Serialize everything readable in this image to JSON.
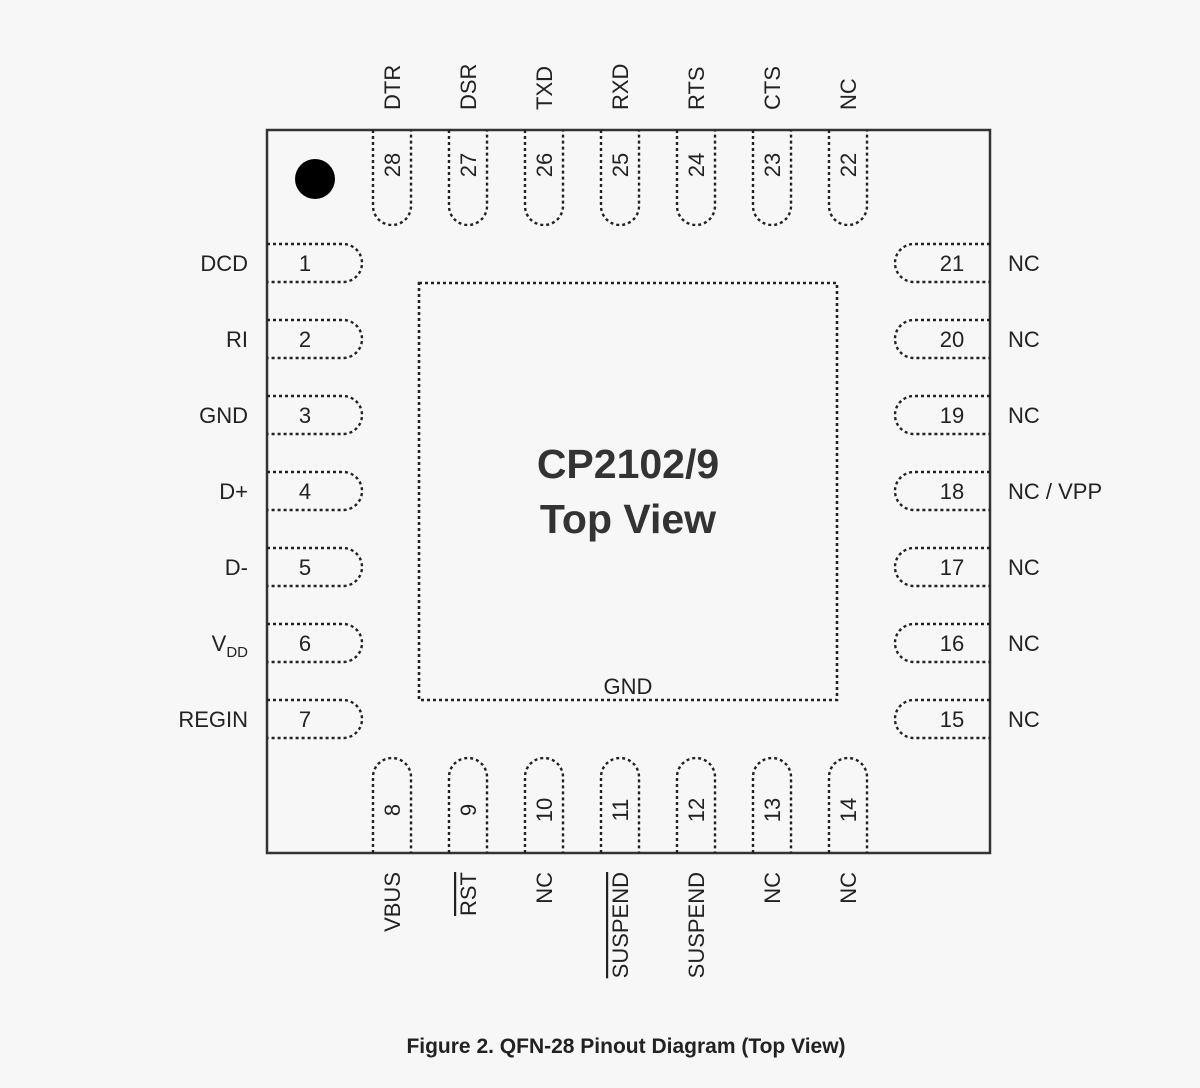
{
  "chip": {
    "title_line1": "CP2102/9",
    "title_line2": "Top View",
    "exposed_pad_label": "GND"
  },
  "caption": "Figure 2. QFN-28 Pinout Diagram (Top View)",
  "pins": {
    "left": [
      {
        "number": "1",
        "label": "DCD"
      },
      {
        "number": "2",
        "label": "RI"
      },
      {
        "number": "3",
        "label": "GND"
      },
      {
        "number": "4",
        "label": "D+"
      },
      {
        "number": "5",
        "label": "D-"
      },
      {
        "number": "6",
        "label": "V",
        "subscript": "DD"
      },
      {
        "number": "7",
        "label": "REGIN"
      }
    ],
    "bottom": [
      {
        "number": "8",
        "label": "VBUS"
      },
      {
        "number": "9",
        "label": "RST",
        "overline": true
      },
      {
        "number": "10",
        "label": "NC"
      },
      {
        "number": "11",
        "label": "SUSPEND",
        "overline": true
      },
      {
        "number": "12",
        "label": "SUSPEND"
      },
      {
        "number": "13",
        "label": "NC"
      },
      {
        "number": "14",
        "label": "NC"
      }
    ],
    "right": [
      {
        "number": "15",
        "label": "NC"
      },
      {
        "number": "16",
        "label": "NC"
      },
      {
        "number": "17",
        "label": "NC"
      },
      {
        "number": "18",
        "label": "NC / VPP"
      },
      {
        "number": "19",
        "label": "NC"
      },
      {
        "number": "20",
        "label": "NC"
      },
      {
        "number": "21",
        "label": "NC"
      }
    ],
    "top": [
      {
        "number": "22",
        "label": "NC"
      },
      {
        "number": "23",
        "label": "CTS"
      },
      {
        "number": "24",
        "label": "RTS"
      },
      {
        "number": "25",
        "label": "RXD"
      },
      {
        "number": "26",
        "label": "TXD"
      },
      {
        "number": "27",
        "label": "DSR"
      },
      {
        "number": "28",
        "label": "DTR"
      }
    ]
  }
}
